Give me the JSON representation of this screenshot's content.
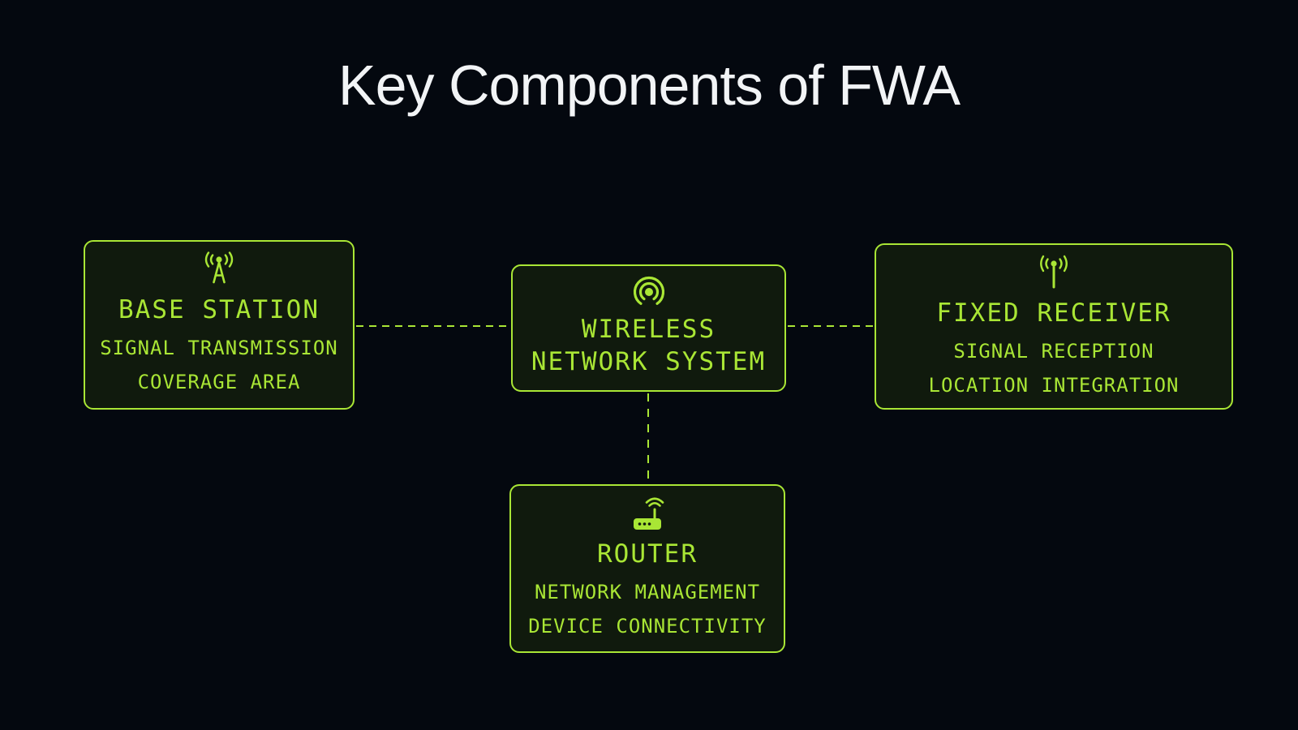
{
  "title": "Key Components of FWA",
  "colors": {
    "background": "#04080f",
    "box_fill": "#101a0d",
    "accent": "#a9e635",
    "title_text": "#f2f4f6"
  },
  "nodes": [
    {
      "id": "base-station",
      "icon": "cell-tower-icon",
      "title": "BASE STATION",
      "details": [
        "SIGNAL TRANSMISSION",
        "COVERAGE AREA"
      ]
    },
    {
      "id": "wireless-network-system",
      "icon": "wireless-broadcast-icon",
      "title": "WIRELESS NETWORK SYSTEM",
      "title_lines": [
        "WIRELESS",
        "NETWORK SYSTEM"
      ],
      "details": []
    },
    {
      "id": "fixed-receiver",
      "icon": "antenna-icon",
      "title": "FIXED RECEIVER",
      "details": [
        "SIGNAL RECEPTION",
        "LOCATION INTEGRATION"
      ]
    },
    {
      "id": "router",
      "icon": "router-icon",
      "title": "ROUTER",
      "details": [
        "NETWORK MANAGEMENT",
        "DEVICE CONNECTIVITY"
      ]
    }
  ],
  "connectors": [
    {
      "from": "base-station",
      "to": "wireless-network-system",
      "style": "dashed"
    },
    {
      "from": "wireless-network-system",
      "to": "fixed-receiver",
      "style": "dashed"
    },
    {
      "from": "wireless-network-system",
      "to": "router",
      "style": "dashed"
    }
  ]
}
